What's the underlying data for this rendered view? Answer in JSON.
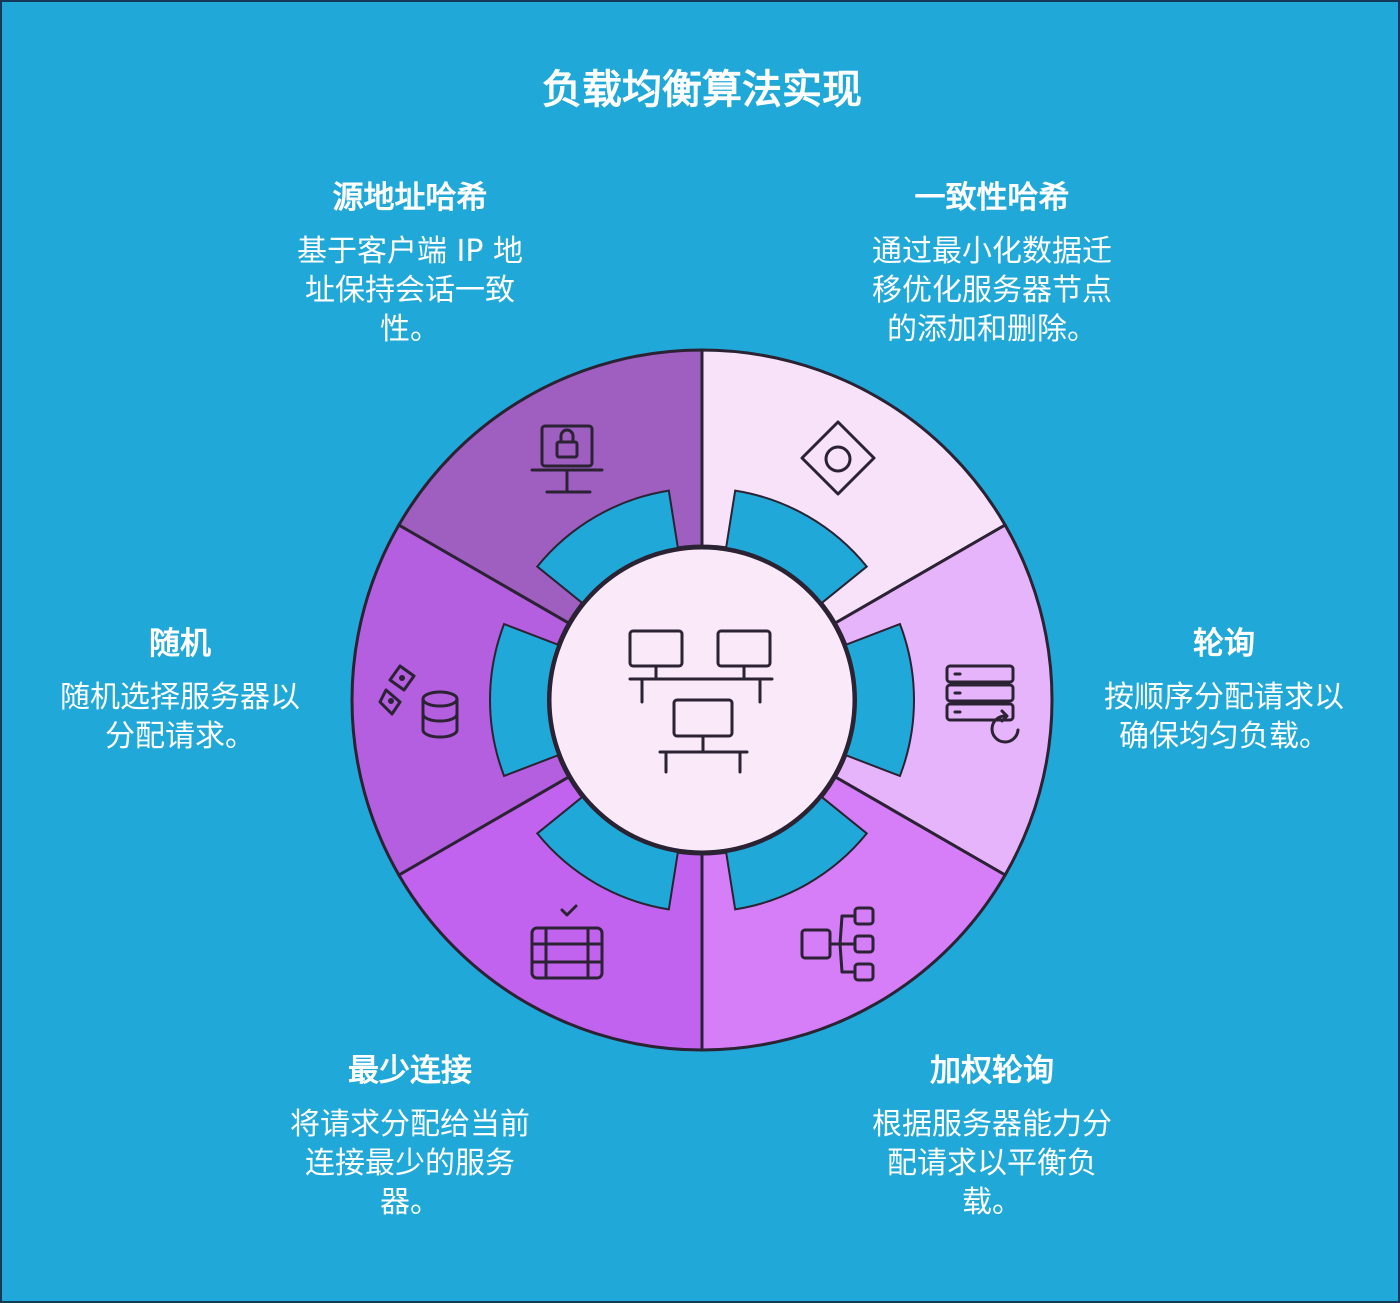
{
  "title": "负载均衡算法实现",
  "center": {
    "icon": "network-servers-icon",
    "color": "#faeaf9"
  },
  "segments": [
    {
      "key": "source_hash",
      "title": "源地址哈希",
      "desc": "基于客户端 IP 地址保持会话一致性。",
      "desc_lines": [
        "基于客户端 IP 地",
        "址保持会话一致",
        "性。"
      ],
      "icon": "laptop-lock-icon",
      "color": "#9f5fc0"
    },
    {
      "key": "consistent_hash",
      "title": "一致性哈希",
      "desc": "通过最小化数据迁移优化服务器节点的添加和删除。",
      "desc_lines": [
        "通过最小化数据迁",
        "移优化服务器节点",
        "的添加和删除。"
      ],
      "icon": "hash-ring-icon",
      "color": "#f8e2fa"
    },
    {
      "key": "round_robin",
      "title": "轮询",
      "desc": "按顺序分配请求以确保均匀负载。",
      "desc_lines": [
        "按顺序分配请求以",
        "确保均匀负载。"
      ],
      "icon": "server-refresh-icon",
      "color": "#e6b4fb"
    },
    {
      "key": "weighted_round_robin",
      "title": "加权轮询",
      "desc": "根据服务器能力分配请求以平衡负载。",
      "desc_lines": [
        "根据服务器能力分",
        "配请求以平衡负",
        "载。"
      ],
      "icon": "hierarchy-icon",
      "color": "#d67df8"
    },
    {
      "key": "least_connections",
      "title": "最少连接",
      "desc": "将请求分配给当前连接最少的服务器。",
      "desc_lines": [
        "将请求分配给当前",
        "连接最少的服务",
        "器。"
      ],
      "icon": "database-check-icon",
      "color": "#c263ef"
    },
    {
      "key": "random",
      "title": "随机",
      "desc": "随机选择服务器以分配请求。",
      "desc_lines": [
        "随机选择服务器以",
        "分配请求。"
      ],
      "icon": "dice-database-icon",
      "color": "#b45ee0"
    }
  ]
}
